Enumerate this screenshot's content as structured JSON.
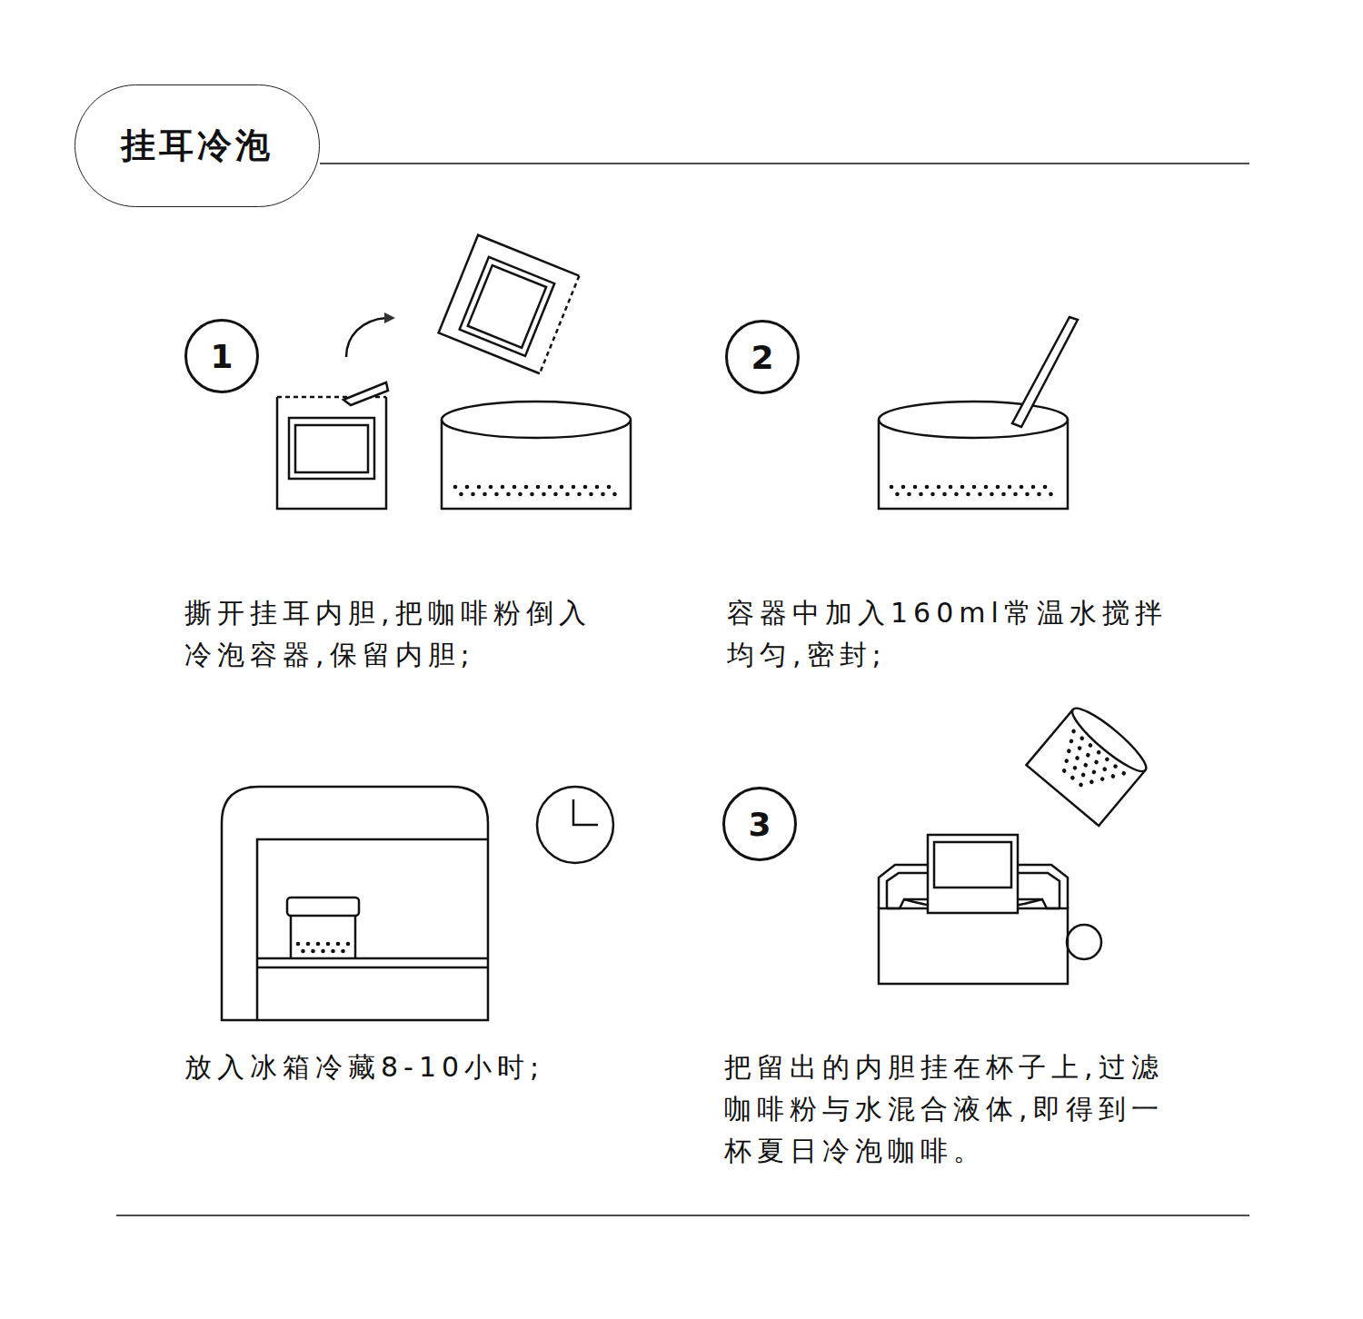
{
  "diagram": {
    "nodes": [
      {
        "text": [
          "挂耳冷泡"
        ]
      },
      {
        "text": [
          "1"
        ]
      },
      {
        "text": [
          "2"
        ]
      },
      {
        "text": [
          "3"
        ]
      }
    ],
    "labels": [
      "撕开挂耳内胆,把咖啡粉倒入冷泡容器,保留内胆;",
      "容器中加入160ml常温水搅拌均匀,密封;",
      "放入冰箱冷藏8-10小时;",
      "把留出的内胆挂在杯子上,过滤咖啡粉与水混合液体,即得到一杯夏日冷泡咖啡。"
    ]
  }
}
